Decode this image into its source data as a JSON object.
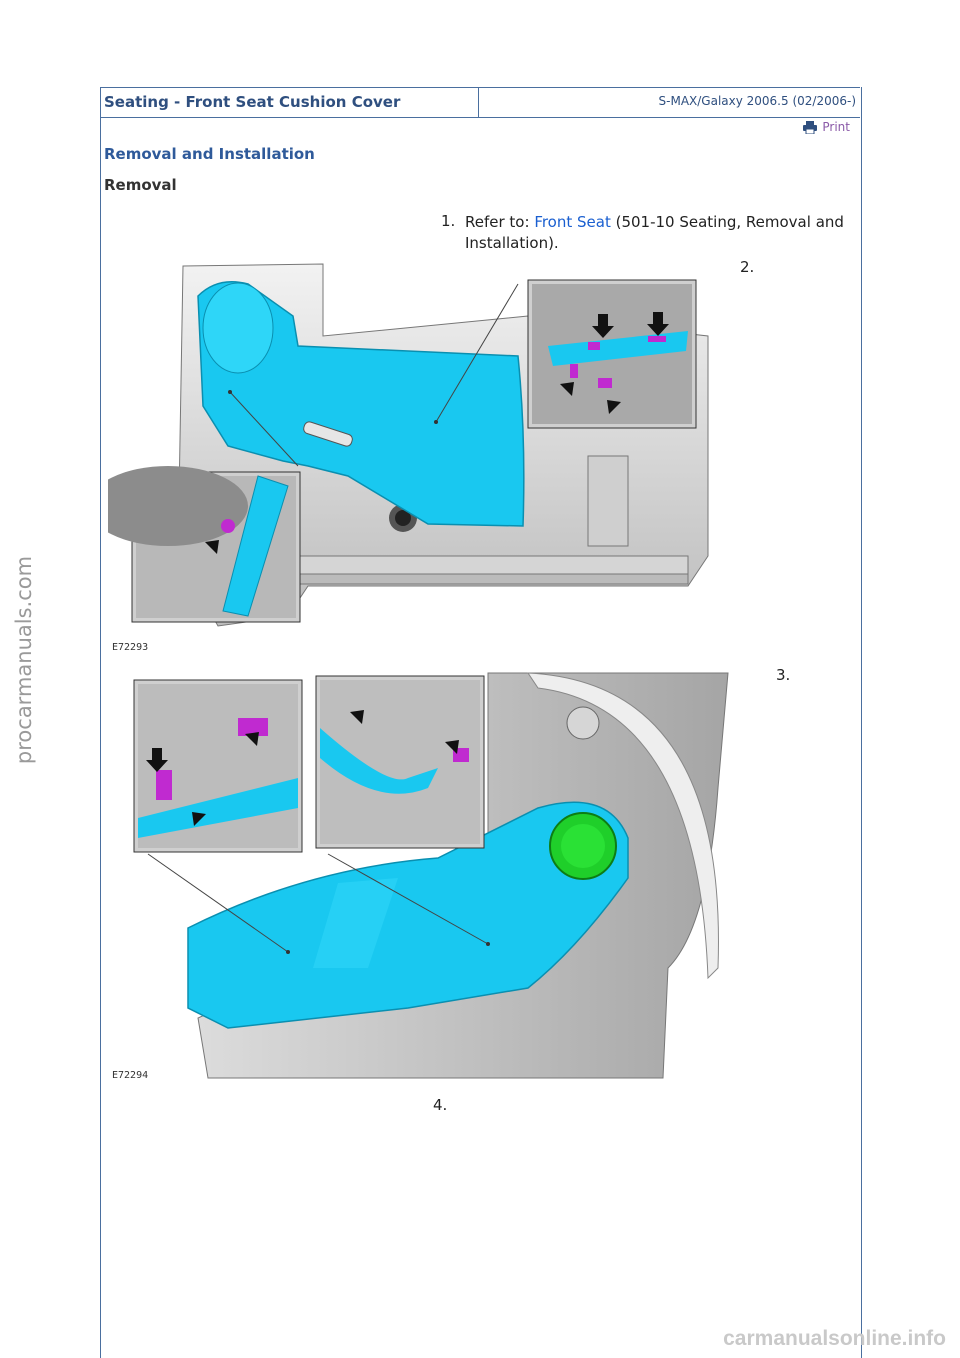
{
  "header": {
    "title": "Seating - Front Seat Cushion Cover",
    "model": "S-MAX/Galaxy 2006.5 (02/2006-)"
  },
  "print_label": "Print",
  "section_title": "Removal and Installation",
  "subsection_title": "Removal",
  "steps": [
    {
      "num": "1.",
      "prefix": "Refer to: ",
      "link": "Front Seat",
      "suffix": " (501-10 Seating, Removal and Installation)."
    },
    {
      "num": "2."
    },
    {
      "num": "3."
    },
    {
      "num": "4."
    }
  ],
  "figures": [
    {
      "label": "E72293"
    },
    {
      "label": "E72294"
    }
  ],
  "watermark_side": "procarmanuals.com",
  "watermark_footer": "carmanualsonline.info",
  "colors": {
    "accent": "#2f5a9a",
    "link": "#1a5fd0",
    "cover": "#19c8f0",
    "clip": "#c02ad0",
    "knob": "#1fcf2a"
  }
}
